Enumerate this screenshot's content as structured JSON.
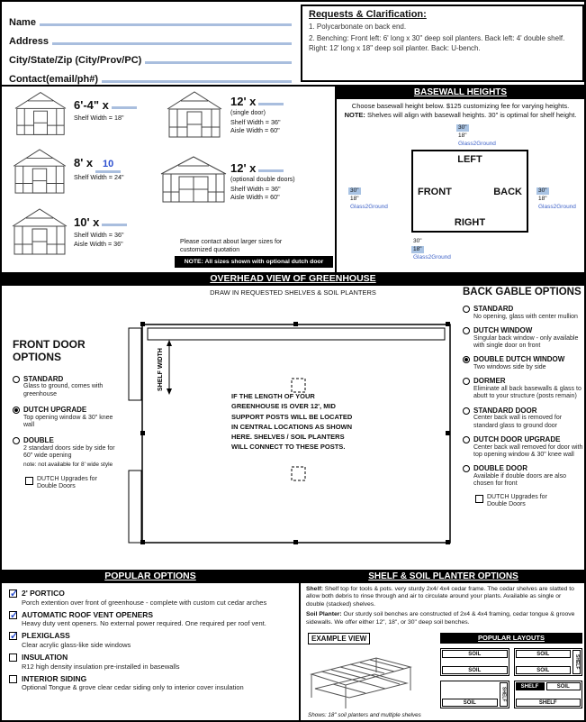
{
  "contact": {
    "fields": [
      {
        "label": "Name",
        "value": ""
      },
      {
        "label": "Address",
        "value": ""
      },
      {
        "label": "City/State/Zip (City/Prov/PC)",
        "value": ""
      },
      {
        "label": "Contact(email/ph#)",
        "value": ""
      }
    ]
  },
  "requests": {
    "title": "Requests & Clarification:",
    "items": [
      "1. Polycarbonate on back end.",
      "2. Benching: Front left: 6' long x 30\" deep soil planters. Back left: 4' double shelf. Right: 12' long x 18\" deep soil planter.  Back:  U-bench."
    ]
  },
  "sizes": {
    "items": [
      {
        "name": "6'-4\" x",
        "value": "",
        "spec1": "Shelf Width = 18\""
      },
      {
        "name": "8' x",
        "value": "10",
        "spec1": "Shelf Width = 24\""
      },
      {
        "name": "10' x",
        "value": "",
        "spec1": "Shelf Width = 36\"",
        "spec2": "Aisle Width = 36\""
      },
      {
        "name": "12' x",
        "value": "",
        "sub": "(single door)",
        "spec1": "Shelf Width = 36\"",
        "spec2": "Aisle Width = 60\""
      },
      {
        "name": "12' x",
        "value": "",
        "sub": "(optional double doors)",
        "spec1": "Shelf Width = 36\"",
        "spec2": "Aisle Width = 60\""
      }
    ],
    "contact_note": "Please contact about larger sizes for customized quotation",
    "note_bar": "NOTE: All sizes shown with optional dutch door"
  },
  "basewall": {
    "title": "BASEWALL HEIGHTS",
    "intro": "Choose basewall height below. $125 customizing fee for varying heights.",
    "note_label": "NOTE:",
    "note_text": "Shelves will align with basewall heights. 30\" is optimal for shelf height.",
    "labels": {
      "top": "LEFT",
      "left": "FRONT",
      "right": "BACK",
      "bottom": "RIGHT"
    },
    "groups": {
      "top": [
        {
          "label": "30\"",
          "sel": true
        },
        {
          "label": "18\"",
          "sel": false
        },
        {
          "label": "Glass2Ground",
          "sel": false
        }
      ],
      "left": [
        {
          "label": "30\"",
          "sel": true
        },
        {
          "label": "18\"",
          "sel": false
        },
        {
          "label": "Glass2Ground",
          "sel": false
        }
      ],
      "right": [
        {
          "label": "30\"",
          "sel": true
        },
        {
          "label": "18\"",
          "sel": false
        },
        {
          "label": "Glass2Ground",
          "sel": false
        }
      ],
      "bottom": [
        {
          "label": "30\"",
          "sel": false
        },
        {
          "label": "18\"",
          "sel": true
        },
        {
          "label": "Glass2Ground",
          "sel": false
        }
      ]
    }
  },
  "overhead": {
    "title": "OVERHEAD VIEW OF GREENHOUSE",
    "subtitle": "DRAW IN REQUESTED SHELVES & SOIL PLANTERS",
    "shelf_width_label": "SHELF WIDTH",
    "center_text": "IF THE LENGTH OF YOUR GREENHOUSE IS OVER 12', MID SUPPORT POSTS WILL BE LOCATED IN CENTRAL LOCATIONS AS SHOWN HERE. SHELVES / SOIL PLANTERS WILL CONNECT TO THESE POSTS."
  },
  "front_door": {
    "title": "FRONT DOOR OPTIONS",
    "options": [
      {
        "label": "STANDARD",
        "desc": "Glass to ground, comes with greenhouse",
        "selected": false
      },
      {
        "label": "DUTCH UPGRADE",
        "desc": "Top opening window & 30\" knee wall",
        "selected": true
      },
      {
        "label": "DOUBLE",
        "desc": "2 standard doors side by side for 60\" wide opening",
        "note": "note: not available for 8' wide style",
        "selected": false
      }
    ],
    "dutch_checkbox": {
      "label": "DUTCH Upgrades for Double Doors",
      "checked": false
    }
  },
  "back_gable": {
    "title": "BACK GABLE OPTIONS",
    "options": [
      {
        "label": "STANDARD",
        "desc": "No opening, glass with center mullion",
        "selected": false
      },
      {
        "label": "DUTCH WINDOW",
        "desc": "Singular back window - only available with single door on front",
        "selected": false
      },
      {
        "label": "DOUBLE DUTCH WINDOW",
        "desc": "Two windows side by side",
        "selected": true
      },
      {
        "label": "DORMER",
        "desc": "Eliminate all back basewalls & glass to abutt to your structure (posts remain)",
        "selected": false
      },
      {
        "label": "STANDARD DOOR",
        "desc": "Center back wall is removed for standard glass to ground door",
        "selected": false
      },
      {
        "label": "DUTCH DOOR UPGRADE",
        "desc": "Center back wall removed for door with top opening window & 30\" knee wall",
        "selected": false
      },
      {
        "label": "DOUBLE DOOR",
        "desc": "Available if double doors are also chosen for front",
        "selected": false
      }
    ],
    "dutch_checkbox": {
      "label": "DUTCH Upgrades for Double Doors",
      "checked": false
    }
  },
  "popular": {
    "title": "POPULAR OPTIONS",
    "options": [
      {
        "label": "2' PORTICO",
        "desc": "Porch extention over front of greenhouse - complete with custom cut cedar arches",
        "checked": true
      },
      {
        "label": "AUTOMATIC ROOF VENT OPENERS",
        "desc": "Heavy duty vent openers. No external power required. One required per roof vent.",
        "checked": true
      },
      {
        "label": "PLEXIGLASS",
        "desc": "Clear acrylic glass-like side windows",
        "checked": true
      },
      {
        "label": "INSULATION",
        "desc": "R12 high density insulation pre-installed in basewalls",
        "checked": false
      },
      {
        "label": "INTERIOR SIDING",
        "desc": "Optional Tongue & grove clear cedar siding only to interior cover insulation",
        "checked": false
      }
    ]
  },
  "shelf_soil": {
    "title": "SHELF & SOIL PLANTER OPTIONS",
    "shelf_label": "Shelf:",
    "shelf_text": "Shelf top for tools & pots. very sturdy 2x4/ 4x4 cedar frame. The cedar shelves are slatted to allow both debris to rinse through and air to circulate around your plants. Available as single or double (stacked) shelves.",
    "soil_label": "Soil Planter:",
    "soil_text": "Our sturdy soil benches are constructed of 2x4 & 4x4 framing, cedar tongue & groove sidewalls. We offer either 12\", 18\", or 30\" deep soil benches.",
    "example_label": "EXAMPLE VIEW",
    "layouts_label": "POPULAR LAYOUTS",
    "layouts": [
      {
        "top": "SOIL",
        "bottom": "SOIL"
      },
      {
        "top": "SOIL",
        "right": "SHELF",
        "bottom": "SOIL"
      },
      {
        "right": "SHELF",
        "bottom": "SOIL"
      },
      {
        "top_left": "SHELF",
        "top_right": "SOIL",
        "bottom": "SHELF"
      }
    ],
    "caption": "Shows: 18\" soil planters and multiple shelves"
  },
  "colors": {
    "field_blue": "#a9bede",
    "highlight_blue": "#a9c3e3",
    "ink_blue": "#2b4fd0",
    "link_blue": "#3f63c8"
  }
}
